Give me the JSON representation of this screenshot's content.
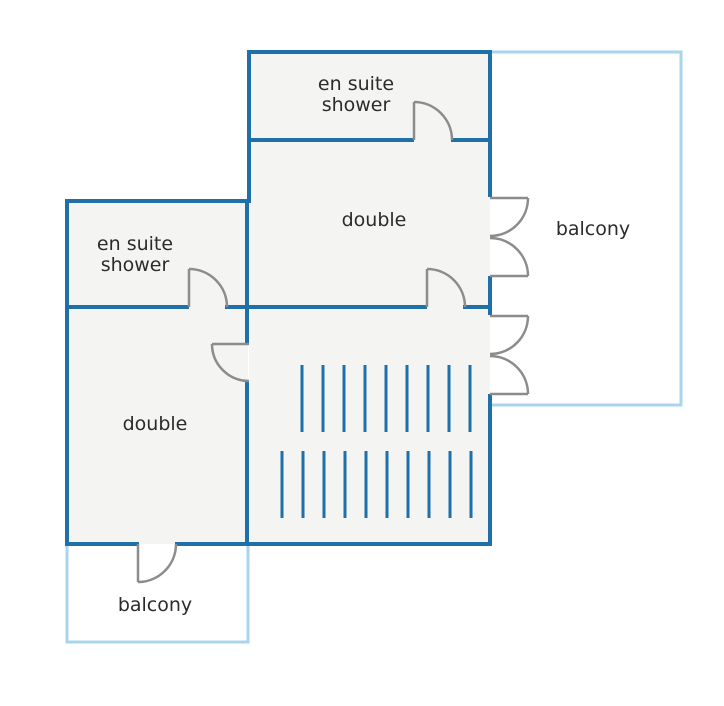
{
  "colors": {
    "wall": "#1f6fa8",
    "balcony_outline": "#a8d4ec",
    "floor": "#f4f4f3",
    "door": "#8c8c8c",
    "text": "#2b2b2b"
  },
  "rooms": {
    "top_shower": {
      "line1": "en suite",
      "line2": "shower"
    },
    "top_double": {
      "label": "double"
    },
    "right_balcony": {
      "label": "balcony"
    },
    "left_shower": {
      "line1": "en suite",
      "line2": "shower"
    },
    "left_double": {
      "label": "double"
    },
    "bottom_balcony": {
      "label": "balcony"
    }
  },
  "icons": {
    "door": "door-swing-icon",
    "stairs": "staircase-icon"
  }
}
